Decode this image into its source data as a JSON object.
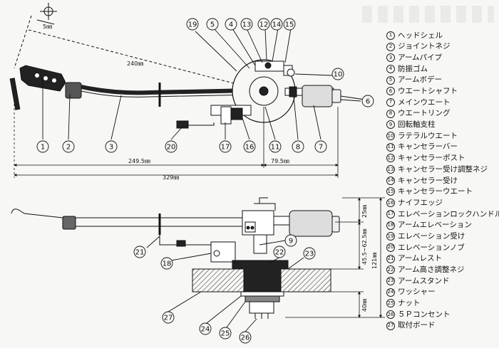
{
  "dimensions": {
    "d_5mm": "5㎜",
    "d_240": "240㎜",
    "d_249_5": "249.5㎜",
    "d_79_5": "79.5㎜",
    "d_329": "329㎜",
    "d_25": "25㎜",
    "d_45_62": "45.5~62.5㎜",
    "d_40": "40㎜",
    "d_121": "121㎜"
  },
  "callouts_top": [
    "1",
    "2",
    "3",
    "4",
    "5",
    "6",
    "7",
    "8",
    "10",
    "11",
    "12",
    "13",
    "14",
    "15",
    "16",
    "17",
    "19",
    "20"
  ],
  "callouts_bottom": [
    "9",
    "18",
    "21",
    "22",
    "23",
    "24",
    "25",
    "26",
    "27"
  ],
  "legend": [
    {
      "num": "1",
      "label": "ヘッドシェル"
    },
    {
      "num": "2",
      "label": "ジョイントネジ"
    },
    {
      "num": "3",
      "label": "アームパイプ"
    },
    {
      "num": "4",
      "label": "防振ゴム"
    },
    {
      "num": "5",
      "label": "アームボデー"
    },
    {
      "num": "6",
      "label": "ウエートシャフト"
    },
    {
      "num": "7",
      "label": "メインウエート"
    },
    {
      "num": "8",
      "label": "ウエートリング"
    },
    {
      "num": "9",
      "label": "回転軸支柱"
    },
    {
      "num": "10",
      "label": "ラテラルウエート"
    },
    {
      "num": "11",
      "label": "キャンセラーバー"
    },
    {
      "num": "12",
      "label": "キャンセラーポスト"
    },
    {
      "num": "13",
      "label": "キャンセラー受け調整ネジ"
    },
    {
      "num": "14",
      "label": "キャンセラー受け"
    },
    {
      "num": "15",
      "label": "キャンセラーウエート"
    },
    {
      "num": "16",
      "label": "ナイフエッジ"
    },
    {
      "num": "17",
      "label": "エレベーションロックハンドル"
    },
    {
      "num": "18",
      "label": "アームエレベーション"
    },
    {
      "num": "19",
      "label": "エレベーション受け"
    },
    {
      "num": "20",
      "label": "エレベーションノブ"
    },
    {
      "num": "21",
      "label": "アームレスト"
    },
    {
      "num": "22",
      "label": "アーム高さ調整ネジ"
    },
    {
      "num": "23",
      "label": "アームスタンド"
    },
    {
      "num": "24",
      "label": "ワッシャー"
    },
    {
      "num": "25",
      "label": "ナット"
    },
    {
      "num": "26",
      "label": "５Ｐコンセント"
    },
    {
      "num": "27",
      "label": "取付ボード"
    }
  ]
}
